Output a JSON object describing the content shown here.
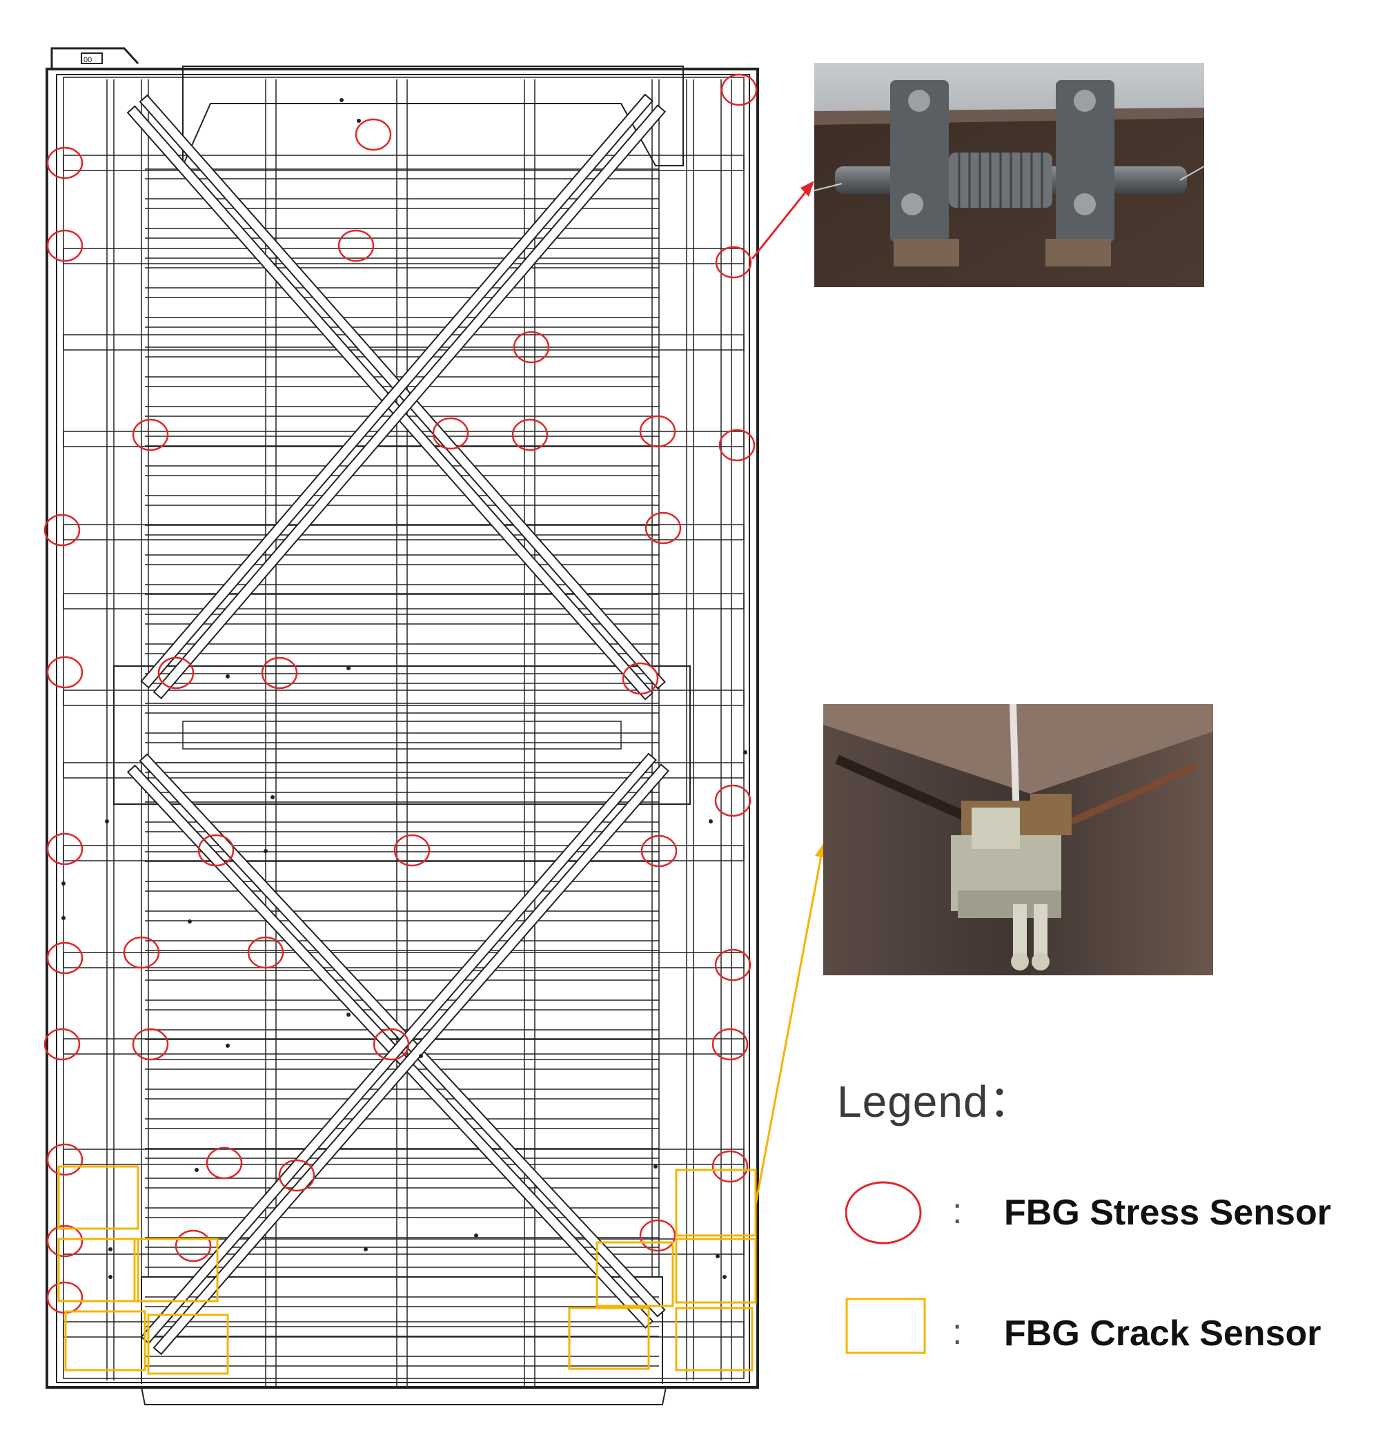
{
  "legend": {
    "title": "Legend：",
    "items": [
      {
        "label": "FBG Stress Sensor",
        "symbol": "ellipse",
        "color": "#e0262b"
      },
      {
        "label": "FBG Crack Sensor",
        "symbol": "rectangle",
        "color": "#f5b400"
      }
    ]
  },
  "drawing_label": "00",
  "colors": {
    "stress_sensor": "#e0262b",
    "crack_sensor": "#f5b400",
    "line": "#222222"
  }
}
